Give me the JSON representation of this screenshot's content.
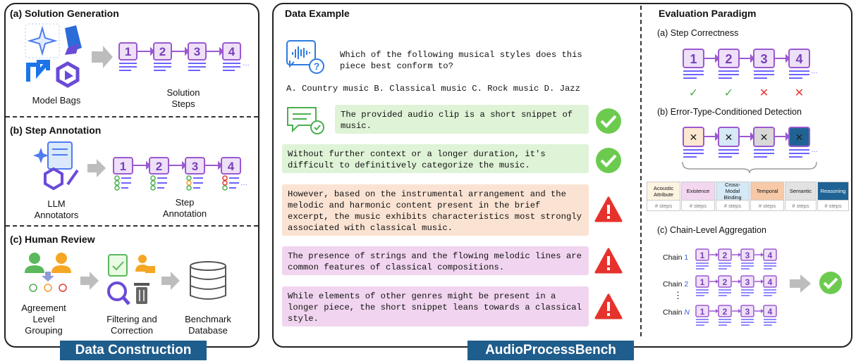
{
  "left": {
    "sections": {
      "solution_generation": "(a) Solution Generation",
      "step_annotation": "(b) Step Annotation",
      "human_review": "(c) Human Review"
    },
    "captions": {
      "model_bags": "Model Bags",
      "solution_steps_1": "Solution",
      "solution_steps_2": "Steps",
      "llm_annotators_1": "LLM",
      "llm_annotators_2": "Annotators",
      "step_annotation_1": "Step",
      "step_annotation_2": "Annotation",
      "agreement_1": "Agreement",
      "agreement_2": "Level",
      "agreement_3": "Grouping",
      "filtering_1": "Filtering and",
      "filtering_2": "Correction",
      "benchmark_1": "Benchmark",
      "benchmark_2": "Database"
    },
    "footer": "Data Construction",
    "step_numbers": [
      "1",
      "2",
      "3",
      "4"
    ]
  },
  "data_example": {
    "title": "Data Example",
    "question": "Which of the following musical styles does this piece best conform to?",
    "options": "A. Country music B. Classical music C. Rock music D. Jazz",
    "steps": [
      {
        "text": "The provided audio clip is a short snippet of music.",
        "status": "correct"
      },
      {
        "text": "Without further context or a longer duration, it's difficult to definitively categorize the music.",
        "status": "correct"
      },
      {
        "text": "However, based on the instrumental arrangement and the melodic and harmonic content present in the brief excerpt, the music exhibits characteristics most strongly associated with classical music.",
        "status": "error"
      },
      {
        "text": "The presence of strings and the flowing melodic lines are common features of classical compositions.",
        "status": "error"
      },
      {
        "text": "While elements of other genres might be present in a longer piece, the short snippet leans towards a classical style.",
        "status": "error"
      }
    ]
  },
  "evaluation": {
    "title": "Evaluation Paradigm",
    "step_correctness": "(a) Step Correctness",
    "error_type": "(b) Error-Type-Conditioned Detection",
    "chain_level": "(c) Chain-Level Aggregation",
    "step_numbers": [
      "1",
      "2",
      "3",
      "4"
    ],
    "marks": [
      "✓",
      "✓",
      "✕",
      "✕"
    ],
    "error_box_mark": "✕",
    "error_categories": [
      {
        "name": "Acoustic Attribute",
        "count": "# steps",
        "color": "#fdf3e1"
      },
      {
        "name": "Existence",
        "count": "# steps",
        "color": "#f3d7f0"
      },
      {
        "name": "Cross-Modal Binding",
        "count": "# steps",
        "color": "#d5e9f6"
      },
      {
        "name": "Temporal",
        "count": "# steps",
        "color": "#f7c9a8"
      },
      {
        "name": "Semantic",
        "count": "# steps",
        "color": "#e2e2e2"
      },
      {
        "name": "Reasoning",
        "count": "# steps",
        "color": "#1f6394"
      }
    ],
    "chains": [
      {
        "word": "Chain",
        "index": "1"
      },
      {
        "word": "Chain",
        "index": "2"
      },
      {
        "word": "Chain",
        "index": "N"
      }
    ],
    "chain_ellipsis": "⋮"
  },
  "footer": "AudioProcessBench",
  "colors": {
    "step_box": "#9b59d0",
    "step_fill": "#ede0f7",
    "step_lines": "#6c63ff",
    "check": "#4caf50",
    "cross": "#e53935",
    "accent": "#1f5d8c"
  }
}
